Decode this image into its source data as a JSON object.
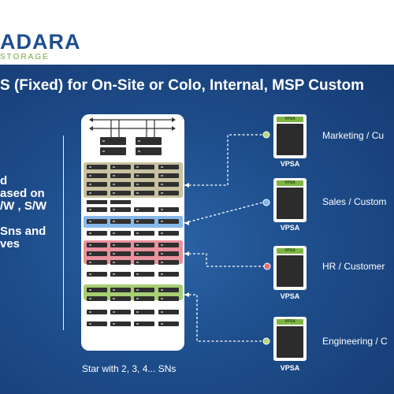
{
  "logo": {
    "wordmark": "ADARA",
    "tagline": "STORAGE"
  },
  "headline": "S (Fixed) for On-Site or Colo, Internal, MSP Custom",
  "left_text": [
    "d",
    "ased on",
    "/W , S/W",
    "",
    "Sns and",
    "ves"
  ],
  "rack": {
    "caption": "Star with 2, 3, 4... SNs"
  },
  "vpsas": [
    {
      "cap": "VPSA",
      "label": "VPSA",
      "customer": "Marketing / Cu",
      "dot_color": "#b8d87a"
    },
    {
      "cap": "VPSA",
      "label": "VPSA",
      "customer": "Sales / Custom",
      "dot_color": "#7fb3e6"
    },
    {
      "cap": "VPSA",
      "label": "VPSA",
      "customer": "HR / Customer",
      "dot_color": "#e56b7b"
    },
    {
      "cap": "VPSA",
      "label": "VPSA",
      "customer": "Engineering / C",
      "dot_color": "#b8d87a"
    }
  ],
  "colors": {
    "background": "#1e4d8b",
    "group_olive": "#c9c19f",
    "group_blue": "#87b8e8",
    "group_red": "#e9919c",
    "group_green": "#a7cf72",
    "drive": "#2f2f2f",
    "logo_blue": "#1f4f8e",
    "logo_green": "#7aa53f"
  }
}
